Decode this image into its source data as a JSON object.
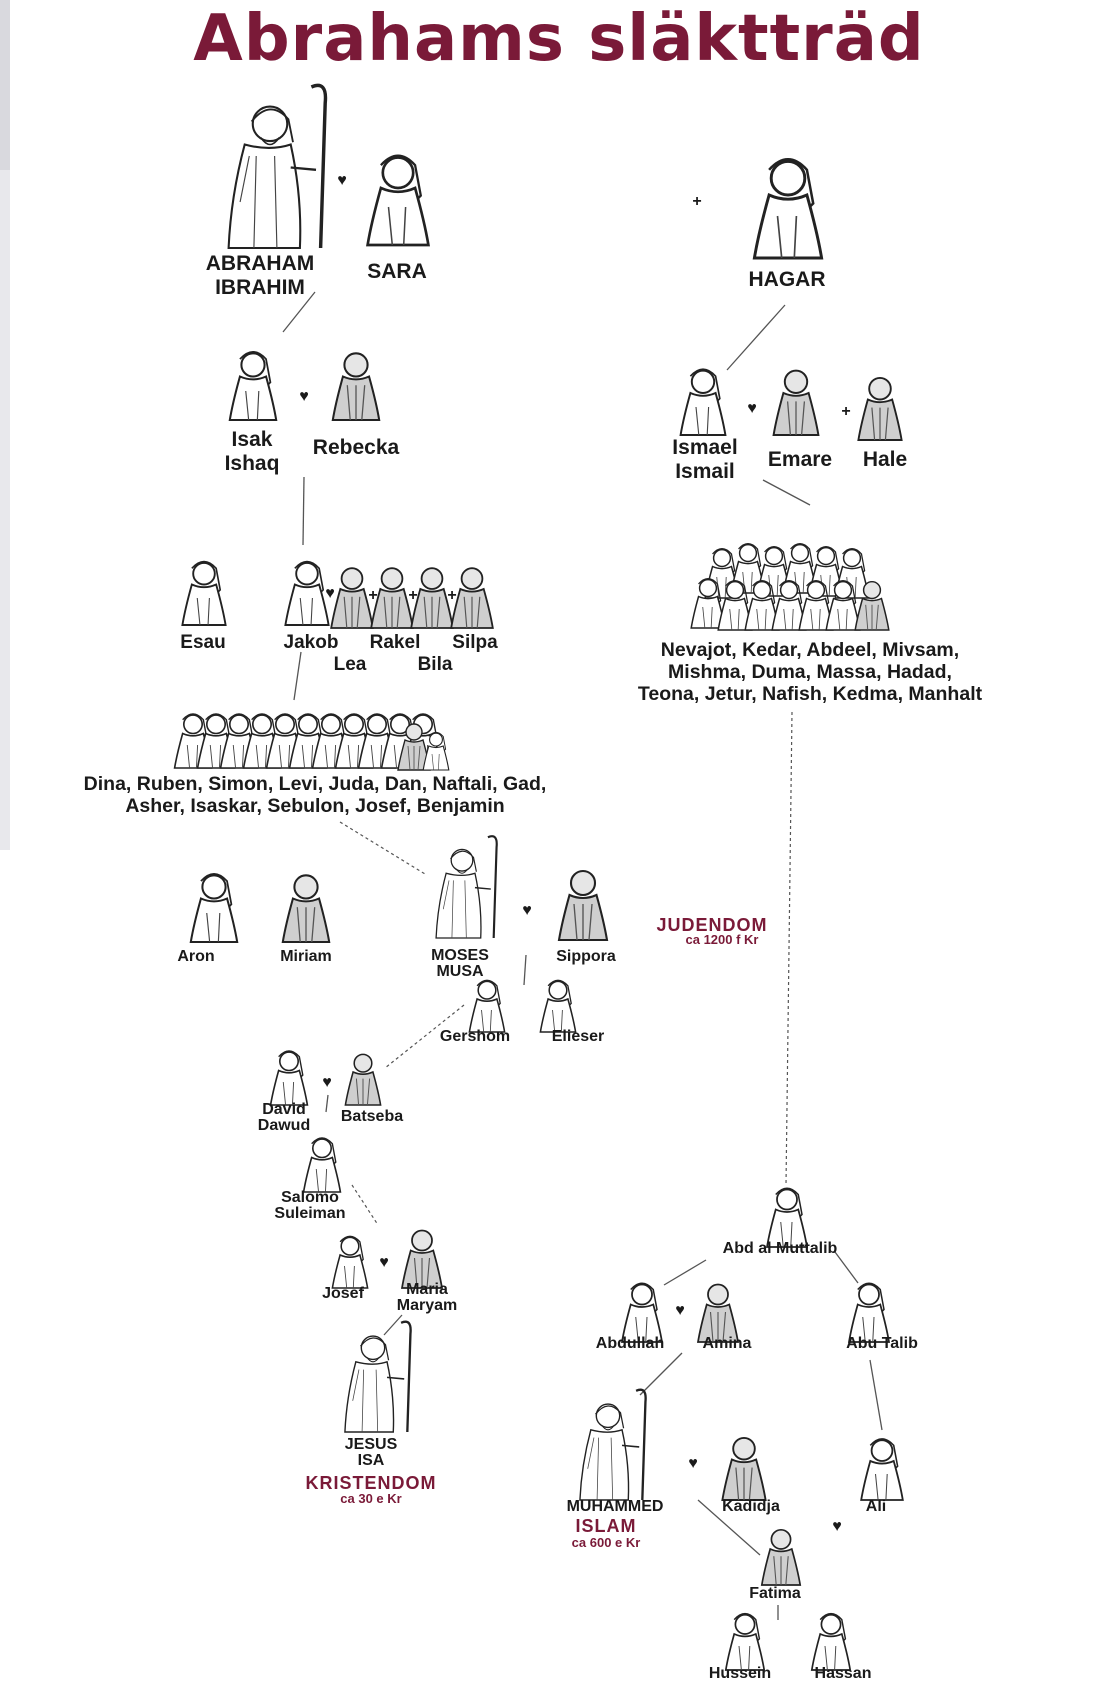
{
  "title": "Abrahams släktträd",
  "colors": {
    "title": "#7a1a38",
    "religion": "#7a1a38",
    "figure_fill": "#ffffff",
    "figure_shade": "#d8d8d8",
    "line": "#555555"
  },
  "people": {
    "abraham": [
      "ABRAHAM",
      "IBRAHIM"
    ],
    "sara": "SARA",
    "hagar": "HAGAR",
    "isak": [
      "Isak",
      "Ishaq"
    ],
    "rebecka": "Rebecka",
    "ismael": [
      "Ismael",
      "Ismail"
    ],
    "emare": "Emare",
    "hale": "Hale",
    "esau": "Esau",
    "jakob": "Jakob",
    "rakel": "Rakel",
    "silpa": "Silpa",
    "lea": "Lea",
    "bila": "Bila",
    "aron": "Aron",
    "miriam": "Miriam",
    "moses": [
      "MOSES",
      "MUSA"
    ],
    "sippora": "Sippora",
    "gershom": "Gershom",
    "elieser": "Elieser",
    "david": [
      "David",
      "Dawud"
    ],
    "batseba": "Batseba",
    "salomo": [
      "Salomo",
      "Suleiman"
    ],
    "josef": "Josef",
    "maria": [
      "Maria",
      "Maryam"
    ],
    "jesus": [
      "JESUS",
      "ISA"
    ],
    "abd_al_muttalib": "Abd al Muttalib",
    "abdullah": "Abdullah",
    "amina": "Amina",
    "abu_talib": "Abu Talib",
    "muhammed": "MUHAMMED",
    "kadidja": "Kadidja",
    "ali": "Ali",
    "fatima": "Fatima",
    "hussein": "Hussein",
    "hassan": "Hassan"
  },
  "ismael_sons": [
    "Nevajot, Kedar, Abdeel, Mivsam,",
    "Mishma, Duma, Massa, Hadad,",
    "Teona, Jetur, Nafish, Kedma, Manhalt"
  ],
  "jakob_children": [
    "Dina, Ruben, Simon, Levi, Juda, Dan, Naftali, Gad,",
    "Asher, Isaskar, Sebulon, Josef, Benjamin"
  ],
  "religions": {
    "judendom": {
      "name": "JUDENDOM",
      "date": "ca 1200 f Kr"
    },
    "kristendom": {
      "name": "KRISTENDOM",
      "date": "ca 30 e Kr"
    },
    "islam": {
      "name": "ISLAM",
      "date": "ca 600 e Kr"
    }
  },
  "symbols": {
    "marriage": "♥",
    "plus": "+"
  }
}
